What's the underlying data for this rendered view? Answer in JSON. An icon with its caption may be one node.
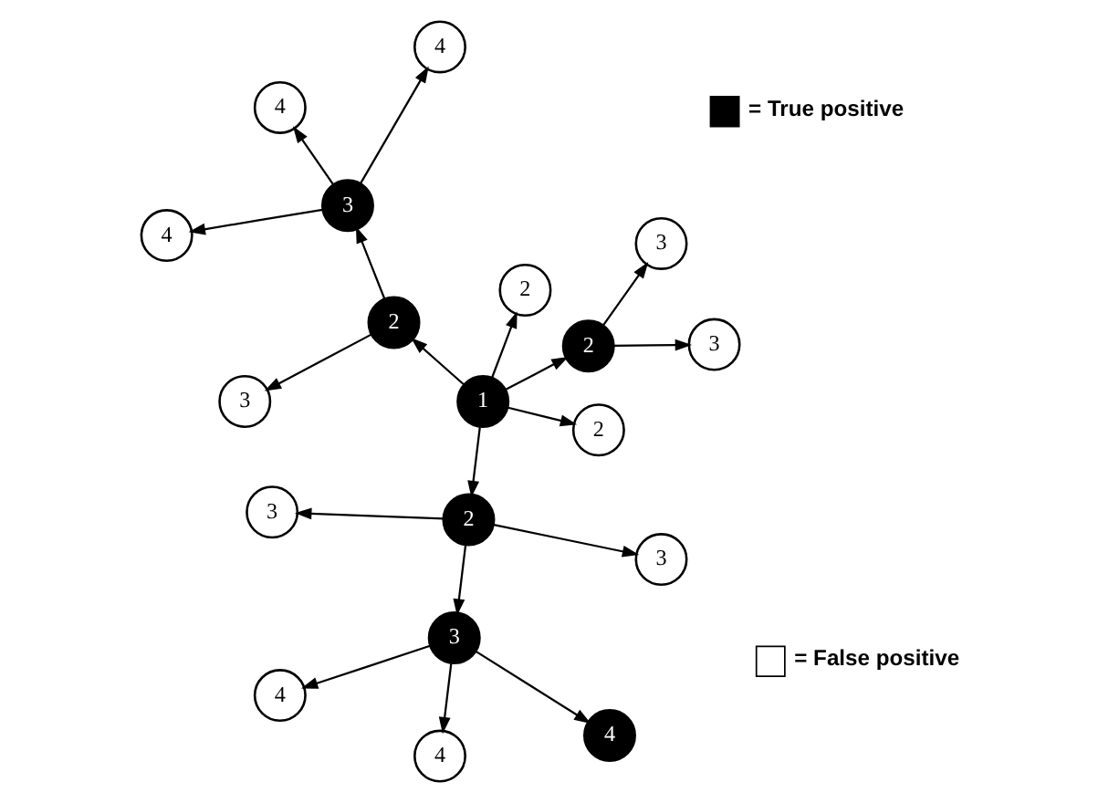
{
  "diagram": {
    "nodes": [
      {
        "text": [
          "3"
        ]
      },
      {
        "text": [
          "3"
        ]
      },
      {
        "text": [
          "2"
        ]
      },
      {
        "text": [
          "2"
        ]
      },
      {
        "text": [
          "4"
        ]
      },
      {
        "text": [
          "3"
        ]
      },
      {
        "text": [
          "4"
        ]
      },
      {
        "text": [
          "1"
        ]
      },
      {
        "text": [
          "3"
        ]
      },
      {
        "text": [
          "4"
        ]
      },
      {
        "text": [
          "2"
        ]
      },
      {
        "text": [
          "2"
        ]
      },
      {
        "text": [
          "4"
        ]
      },
      {
        "text": [
          "3"
        ]
      },
      {
        "text": [
          "4"
        ]
      },
      {
        "text": [
          "3"
        ]
      },
      {
        "text": [
          "2"
        ]
      },
      {
        "text": [
          "3"
        ]
      },
      {
        "text": [
          "4"
        ]
      }
    ],
    "edges": [
      {
        "from": 7,
        "to": 2,
        "arrow": "to"
      },
      {
        "from": 7,
        "to": 3,
        "arrow": "to"
      },
      {
        "from": 7,
        "to": 10,
        "arrow": "to"
      },
      {
        "from": 7,
        "to": 16,
        "arrow": "to"
      },
      {
        "from": 7,
        "to": 11,
        "arrow": "to"
      },
      {
        "from": 2,
        "to": 0,
        "arrow": "to"
      },
      {
        "from": 2,
        "to": 1,
        "arrow": "to"
      },
      {
        "from": 10,
        "to": 13,
        "arrow": "to"
      },
      {
        "from": 10,
        "to": 17,
        "arrow": "to"
      },
      {
        "from": 13,
        "to": 12,
        "arrow": "to"
      },
      {
        "from": 13,
        "to": 14,
        "arrow": "to"
      },
      {
        "from": 13,
        "to": 18,
        "arrow": "to"
      },
      {
        "from": 11,
        "to": 5,
        "arrow": "to"
      },
      {
        "from": 11,
        "to": 8,
        "arrow": "to"
      },
      {
        "from": 11,
        "to": 15,
        "arrow": "to"
      },
      {
        "from": 8,
        "to": 4,
        "arrow": "to"
      },
      {
        "from": 8,
        "to": 6,
        "arrow": "to"
      },
      {
        "from": 8,
        "to": 9,
        "arrow": "to"
      }
    ],
    "legend": [
      {
        "text": "= True positive",
        "color": "#000000"
      },
      {
        "text": "= False positive",
        "color": "#ffffff"
      }
    ]
  }
}
